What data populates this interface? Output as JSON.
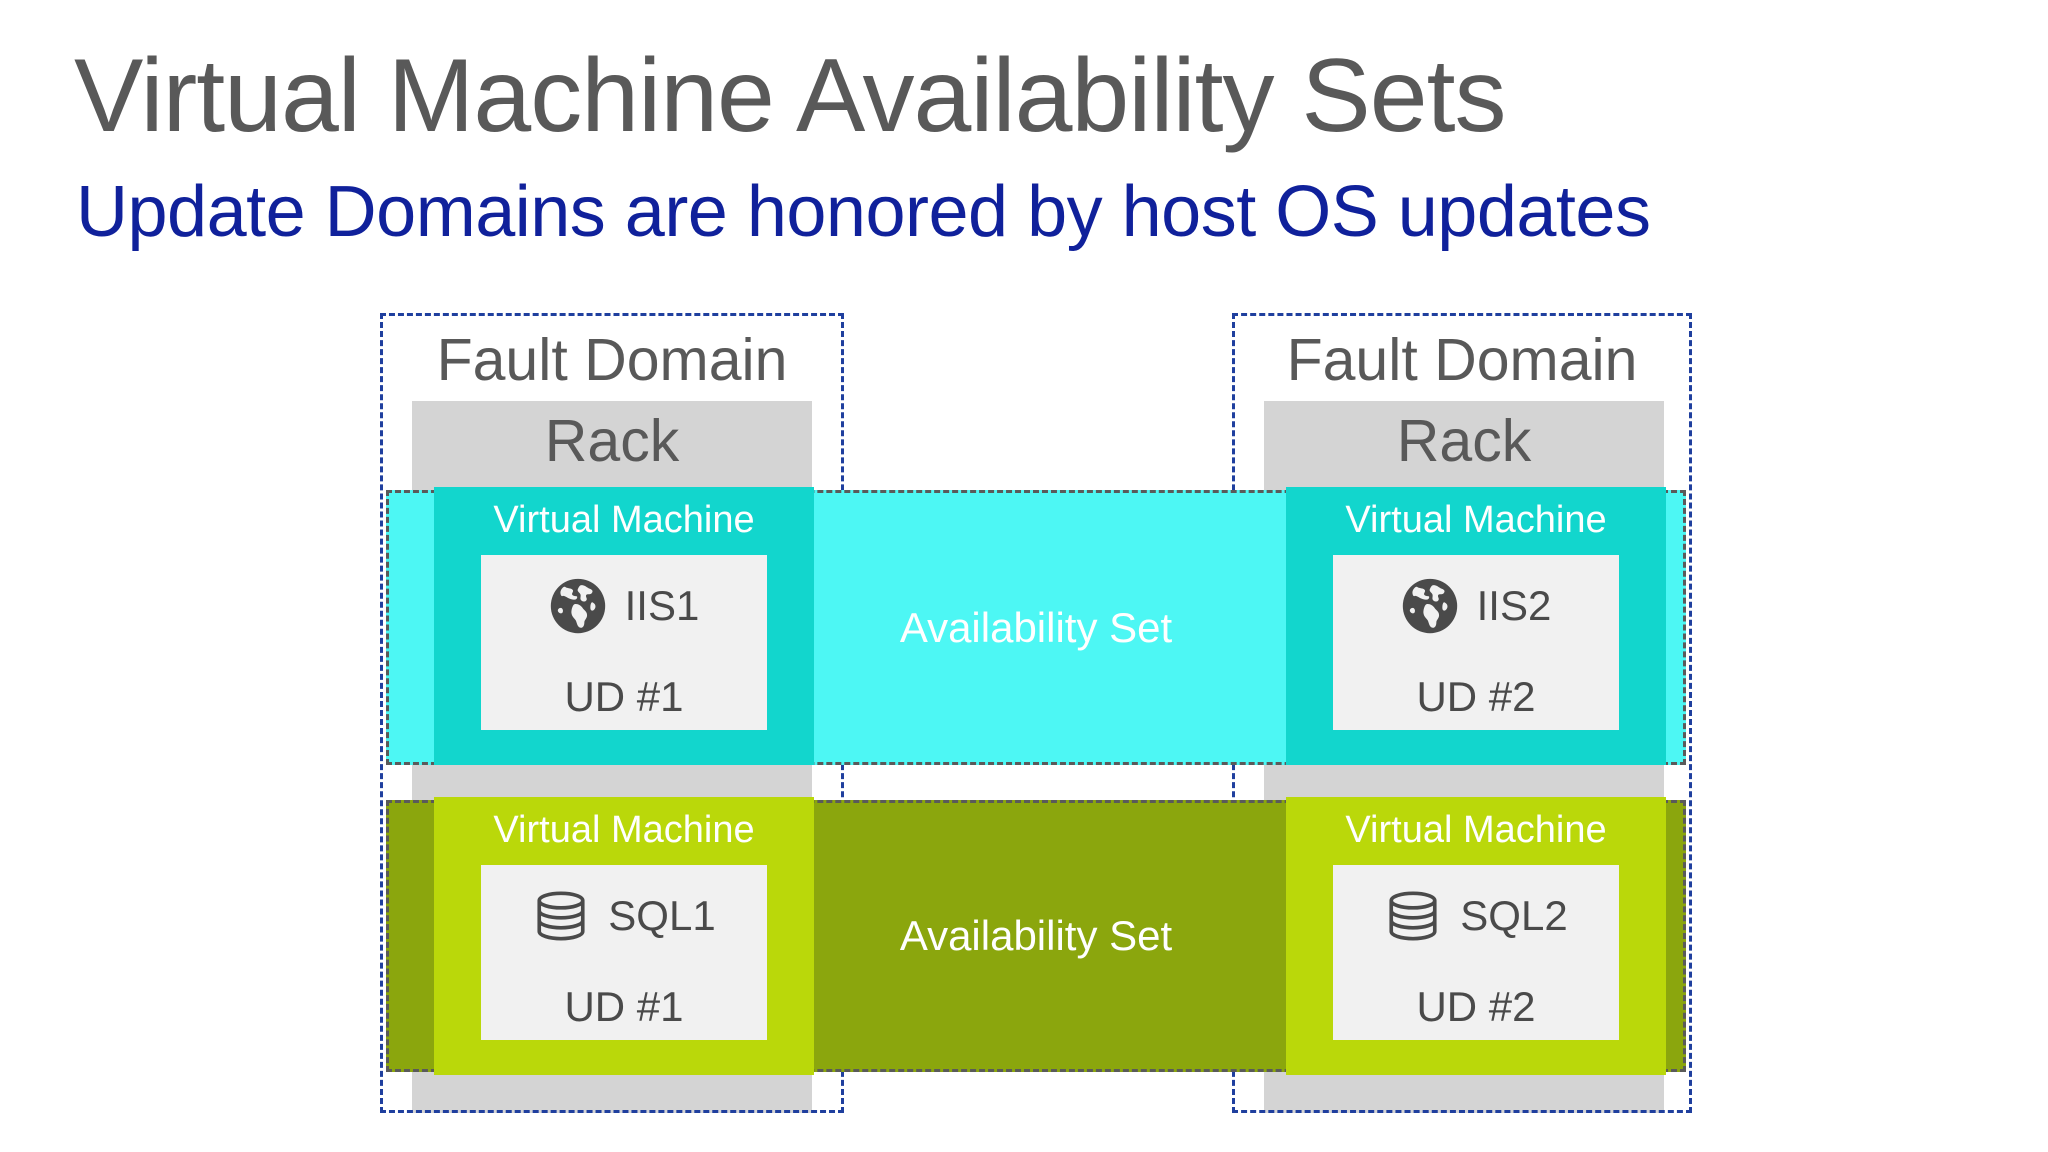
{
  "header": {
    "title": "Virtual Machine Availability Sets",
    "subtitle": "Update Domains are honored by host OS updates",
    "title_color": "#595959",
    "subtitle_color": "#10219b"
  },
  "diagram": {
    "fault_domains": [
      {
        "label": "Fault Domain",
        "rack_label": "Rack"
      },
      {
        "label": "Fault Domain",
        "rack_label": "Rack"
      }
    ],
    "availability_sets": [
      {
        "label": "Availability Set",
        "band_color": "#4df7f4",
        "vm_color": "#12d6cd",
        "icon": "globe-icon",
        "vms": [
          {
            "title": "Virtual Machine",
            "name": "IIS1",
            "ud": "UD #1"
          },
          {
            "title": "Virtual Machine",
            "name": "IIS2",
            "ud": "UD #2"
          }
        ]
      },
      {
        "label": "Availability Set",
        "band_color": "#8ba60d",
        "vm_color": "#bad80a",
        "icon": "database-icon",
        "vms": [
          {
            "title": "Virtual Machine",
            "name": "SQL1",
            "ud": "UD #1"
          },
          {
            "title": "Virtual Machine",
            "name": "SQL2",
            "ud": "UD #2"
          }
        ]
      }
    ],
    "colors": {
      "rack_fill": "#d4d4d4",
      "fault_domain_border": "#1f3f9e",
      "availability_set_border": "#5a5a5a",
      "vm_inner_fill": "#f1f1f1",
      "icon_color": "#4a4a4a"
    }
  }
}
